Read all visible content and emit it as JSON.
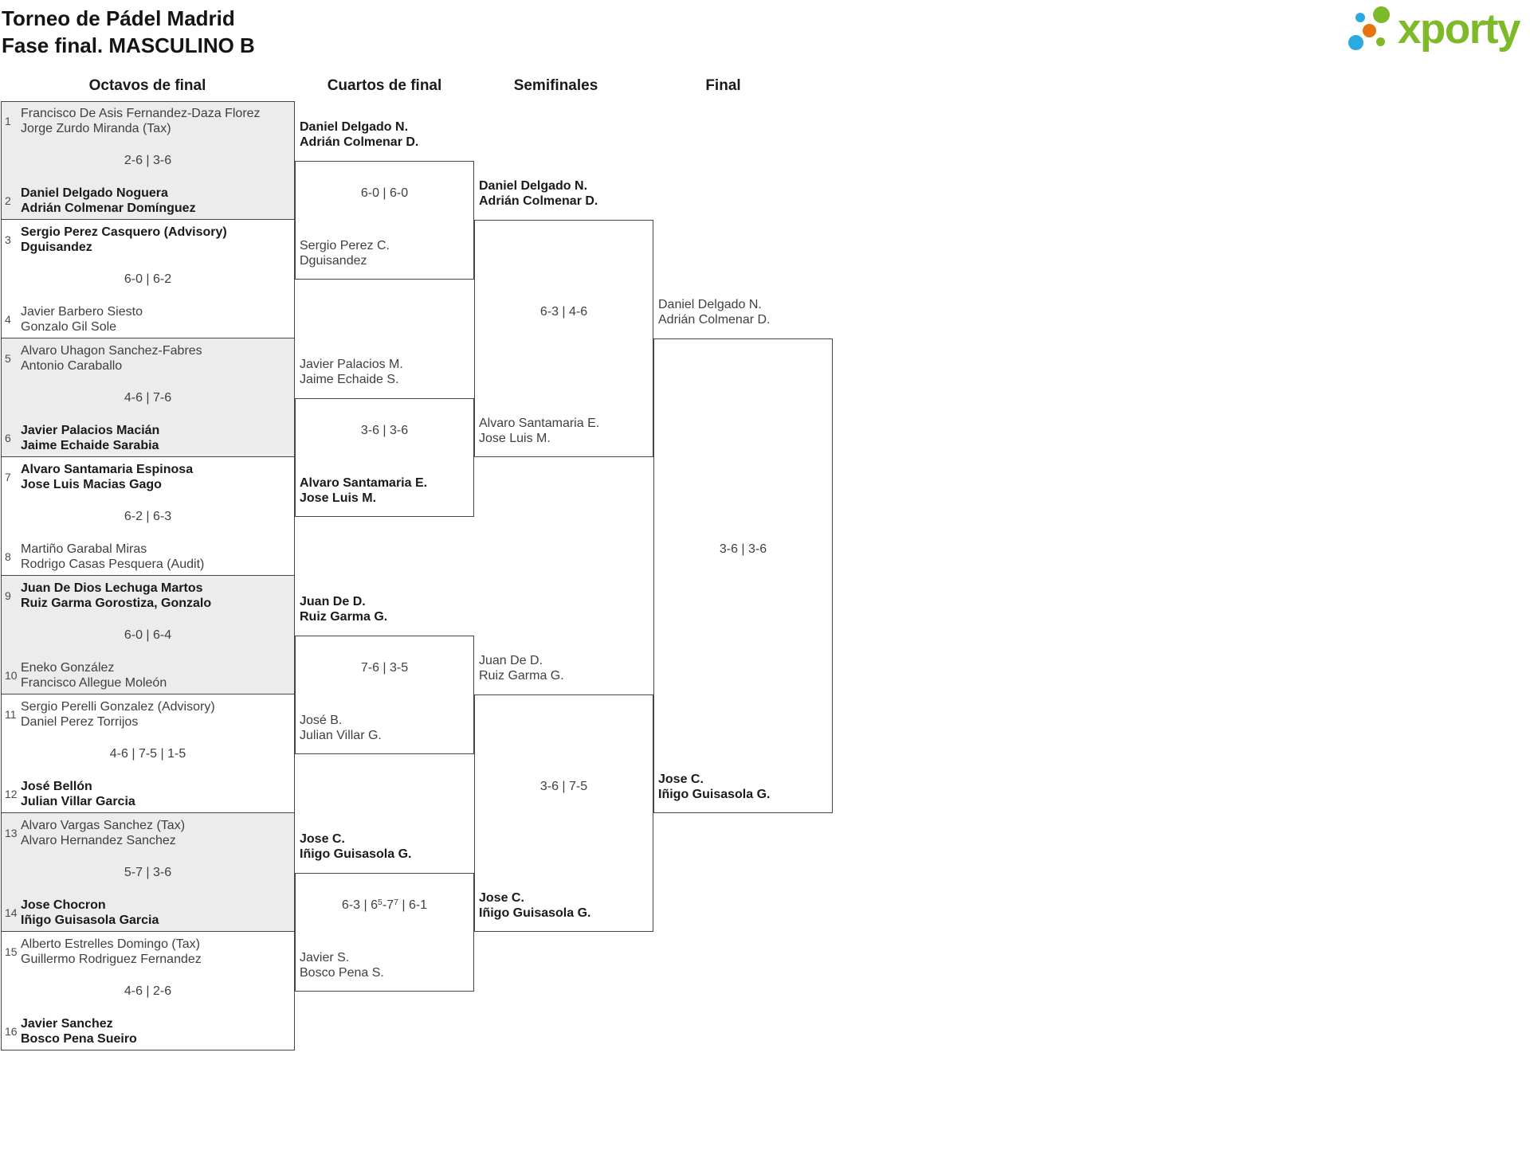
{
  "header": {
    "title_line1": "Torneo de Pádel Madrid",
    "title_line2": "Fase final. MASCULINO B"
  },
  "logo": {
    "text": "xporty",
    "text_color": "#7DB928",
    "dot_colors": {
      "blue": "#2BA9E0",
      "green": "#7DB928",
      "orange": "#E8720E"
    }
  },
  "round_labels": [
    "Octavos de final",
    "Cuartos de final",
    "Semifinales",
    "Final"
  ],
  "rounds": {
    "octavos": [
      {
        "top": {
          "seed": "1",
          "lines": [
            "Francisco De Asis Fernandez-Daza Florez",
            "Jorge Zurdo Miranda (Tax)"
          ],
          "winner": false
        },
        "bottom": {
          "seed": "2",
          "lines": [
            "Daniel Delgado Noguera",
            "Adrián Colmenar Domínguez"
          ],
          "winner": true
        },
        "score": "2-6 | 3-6"
      },
      {
        "top": {
          "seed": "3",
          "lines": [
            "Sergio Perez Casquero (Advisory)",
            "Dguisandez"
          ],
          "winner": true
        },
        "bottom": {
          "seed": "4",
          "lines": [
            "Javier Barbero Siesto",
            "Gonzalo Gil Sole"
          ],
          "winner": false
        },
        "score": "6-0 | 6-2"
      },
      {
        "top": {
          "seed": "5",
          "lines": [
            "Alvaro Uhagon Sanchez-Fabres",
            "Antonio Caraballo"
          ],
          "winner": false
        },
        "bottom": {
          "seed": "6",
          "lines": [
            "Javier Palacios Macián",
            "Jaime Echaide Sarabia"
          ],
          "winner": true
        },
        "score": "4-6 | 7-6"
      },
      {
        "top": {
          "seed": "7",
          "lines": [
            "Alvaro Santamaria Espinosa",
            "Jose Luis Macias Gago"
          ],
          "winner": true
        },
        "bottom": {
          "seed": "8",
          "lines": [
            "Martiño Garabal Miras",
            "Rodrigo Casas Pesquera (Audit)"
          ],
          "winner": false
        },
        "score": "6-2 | 6-3"
      },
      {
        "top": {
          "seed": "9",
          "lines": [
            "Juan De Dios Lechuga Martos",
            "Ruiz Garma Gorostiza, Gonzalo"
          ],
          "winner": true
        },
        "bottom": {
          "seed": "10",
          "lines": [
            "Eneko González",
            "Francisco Allegue Moleón"
          ],
          "winner": false
        },
        "score": "6-0 | 6-4"
      },
      {
        "top": {
          "seed": "11",
          "lines": [
            "Sergio Perelli Gonzalez (Advisory)",
            "Daniel Perez Torrijos"
          ],
          "winner": false
        },
        "bottom": {
          "seed": "12",
          "lines": [
            "José Bellón",
            "Julian Villar Garcia"
          ],
          "winner": true
        },
        "score": "4-6 | 7-5 | 1-5"
      },
      {
        "top": {
          "seed": "13",
          "lines": [
            "Alvaro Vargas Sanchez (Tax)",
            "Alvaro Hernandez Sanchez"
          ],
          "winner": false
        },
        "bottom": {
          "seed": "14",
          "lines": [
            "Jose Chocron",
            "Iñigo Guisasola Garcia"
          ],
          "winner": true
        },
        "score": "5-7 | 3-6"
      },
      {
        "top": {
          "seed": "15",
          "lines": [
            "Alberto Estrelles Domingo (Tax)",
            "Guillermo Rodriguez Fernandez"
          ],
          "winner": false
        },
        "bottom": {
          "seed": "16",
          "lines": [
            "Javier Sanchez",
            "Bosco Pena Sueiro"
          ],
          "winner": true
        },
        "score": "4-6 | 2-6"
      }
    ],
    "cuartos": [
      {
        "top": {
          "lines": [
            "Daniel Delgado N.",
            "Adrián Colmenar D."
          ],
          "winner": true
        },
        "bottom": {
          "lines": [
            "Sergio Perez C.",
            "Dguisandez"
          ],
          "winner": false
        },
        "score": "6-0 | 6-0"
      },
      {
        "top": {
          "lines": [
            "Javier Palacios M.",
            "Jaime Echaide S."
          ],
          "winner": false
        },
        "bottom": {
          "lines": [
            "Alvaro Santamaria E.",
            "Jose Luis M."
          ],
          "winner": true
        },
        "score": "3-6 | 3-6"
      },
      {
        "top": {
          "lines": [
            "Juan De D.",
            "Ruiz Garma G."
          ],
          "winner": true
        },
        "bottom": {
          "lines": [
            "José B.",
            "Julian Villar G."
          ],
          "winner": false
        },
        "score": "7-6 | 3-5"
      },
      {
        "top": {
          "lines": [
            "Jose C.",
            "Iñigo Guisasola G."
          ],
          "winner": true
        },
        "bottom": {
          "lines": [
            "Javier S.",
            "Bosco Pena S."
          ],
          "winner": false
        },
        "score": "6-3 | 6^5-7^7 | 6-1"
      }
    ],
    "semifinales": [
      {
        "top": {
          "lines": [
            "Daniel Delgado N.",
            "Adrián Colmenar D."
          ],
          "winner": true
        },
        "bottom": {
          "lines": [
            "Alvaro Santamaria E.",
            "Jose Luis M."
          ],
          "winner": false
        },
        "score": "6-3 | 4-6"
      },
      {
        "top": {
          "lines": [
            "Juan De D.",
            "Ruiz Garma G."
          ],
          "winner": false
        },
        "bottom": {
          "lines": [
            "Jose C.",
            "Iñigo Guisasola G."
          ],
          "winner": true
        },
        "score": "3-6 | 7-5"
      }
    ],
    "final": [
      {
        "top": {
          "lines": [
            "Daniel Delgado N.",
            "Adrián Colmenar D."
          ],
          "winner": false
        },
        "bottom": {
          "lines": [
            "Jose C.",
            "Iñigo Guisasola G."
          ],
          "winner": true
        },
        "score": "3-6 | 3-6"
      }
    ]
  }
}
